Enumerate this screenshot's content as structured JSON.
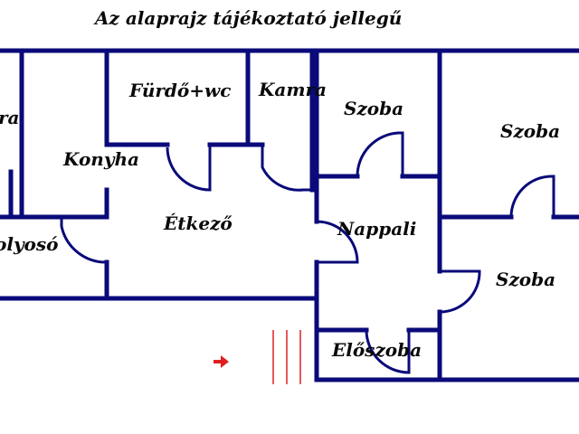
{
  "title": "Az alaprajz tájékoztató jellegű",
  "rooms": {
    "fragment_top_left": "ra",
    "furdo_wc": "Fürdő+wc",
    "kamra": "Kamra",
    "szoba_1": "Szoba",
    "szoba_2": "Szoba",
    "konyha": "Konyha",
    "etkezo": "Étkező",
    "nappali": "Nappali",
    "folyoso": "olyosó",
    "szoba_3": "Szoba",
    "eloszoba": "Előszoba"
  },
  "colors": {
    "wall": "#0a0a7a",
    "text": "#0a0a0a",
    "entry_marker": "#e02020"
  },
  "icons": {
    "entry": "red-arrow-right-icon"
  }
}
